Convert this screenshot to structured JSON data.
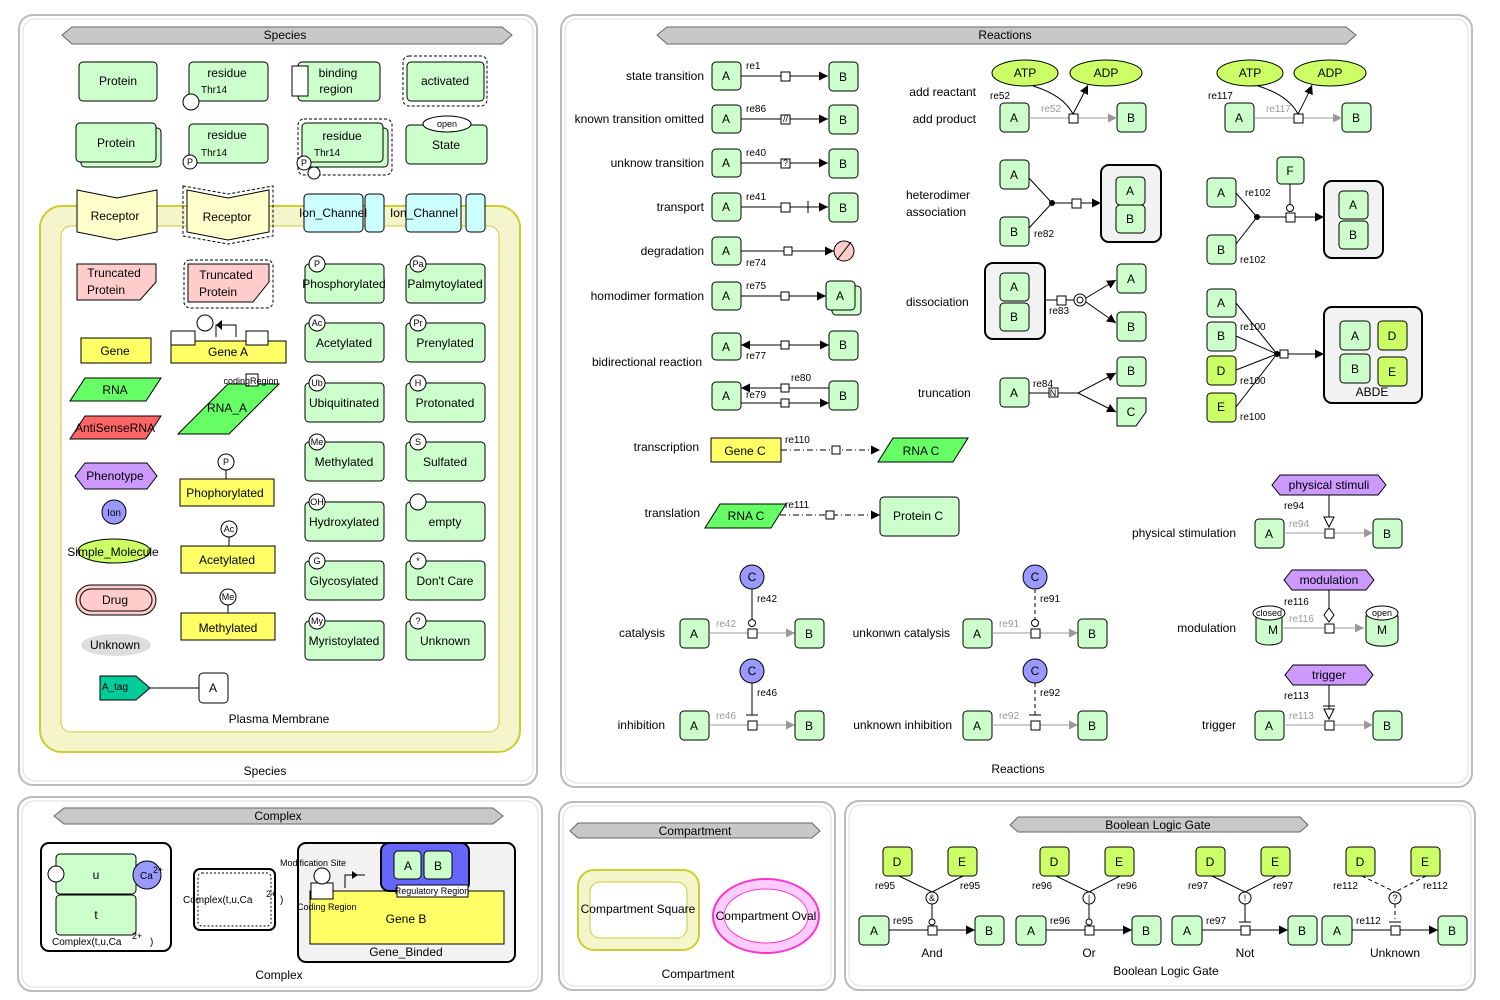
{
  "panels": {
    "species": {
      "title": "Species",
      "footer": "Species"
    },
    "reactions": {
      "title": "Reactions",
      "footer": "Reactions"
    },
    "complex": {
      "title": "Complex",
      "footer": "Complex"
    },
    "compartment": {
      "title": "Compartment",
      "footer": "Compartment"
    },
    "boolean": {
      "title": "Boolean Logic Gate",
      "footer": "Boolean Logic Gate"
    }
  },
  "species": {
    "protein": "Protein",
    "residue": "residue",
    "thr14": "Thr14",
    "binding": [
      "binding",
      "region"
    ],
    "activated": "activated",
    "state": "State",
    "open": "open",
    "receptor": "Receptor",
    "ion_channel": "Ion_Channel",
    "truncated": [
      "Truncated",
      "Protein"
    ],
    "gene": "Gene",
    "gene_a": "Gene A",
    "coding_region": "codingRegion",
    "rna": "RNA",
    "rna_a": "RNA_A",
    "antisense": "AntiSenseRNA",
    "phenotype": "Phenotype",
    "ion": "Ion",
    "simple_molecule": "Simple_Molecule",
    "drug": "Drug",
    "unknown": "Unknown",
    "a_tag": "A_tag",
    "a": "A",
    "plasma_membrane": "Plasma Membrane",
    "p": "P",
    "gene_mods": [
      {
        "badge": "P",
        "label": "Phophorylated"
      },
      {
        "badge": "Ac",
        "label": "Acetylated"
      },
      {
        "badge": "Me",
        "label": "Methylated"
      }
    ],
    "mods": [
      {
        "badge": "P",
        "label": "Phosphorylated"
      },
      {
        "badge": "Pa",
        "label": "Palmytoylated"
      },
      {
        "badge": "Ac",
        "label": "Acetylated"
      },
      {
        "badge": "Pr",
        "label": "Prenylated"
      },
      {
        "badge": "Ub",
        "label": "Ubiquitinated"
      },
      {
        "badge": "H",
        "label": "Protonated"
      },
      {
        "badge": "Me",
        "label": "Methylated"
      },
      {
        "badge": "S",
        "label": "Sulfated"
      },
      {
        "badge": "OH",
        "label": "Hydroxylated"
      },
      {
        "badge": "",
        "label": "empty"
      },
      {
        "badge": "G",
        "label": "Glycosylated"
      },
      {
        "badge": "*",
        "label": "Don't Care"
      },
      {
        "badge": "My",
        "label": "Myristoylated"
      },
      {
        "badge": "?",
        "label": "Unknown"
      }
    ]
  },
  "reactions": {
    "a": "A",
    "b": "B",
    "c": "C",
    "d": "D",
    "e": "E",
    "f": "F",
    "m": "M",
    "atp": "ATP",
    "adp": "ADP",
    "gene_c": "Gene C",
    "rna_c": "RNA C",
    "protein_c": "Protein C",
    "abde": "ABDE",
    "closed": "closed",
    "open": "open",
    "left": [
      {
        "label": "state transition",
        "re": "re1",
        "mark": ""
      },
      {
        "label": "known transition omitted",
        "re": "re86",
        "mark": "//"
      },
      {
        "label": "unknow transition",
        "re": "re40",
        "mark": "?"
      },
      {
        "label": "transport",
        "re": "re41",
        "mark": ""
      },
      {
        "label": "degradation",
        "re": "re74",
        "mark": ""
      },
      {
        "label": "homodimer formation",
        "re": "re75",
        "mark": ""
      }
    ],
    "bidirectional": {
      "label": "bidirectional reaction",
      "re1": "re77",
      "re2": "re80",
      "re3": "re79"
    },
    "transcription": {
      "label": "transcription",
      "re": "re110"
    },
    "translation": {
      "label": "translation",
      "re": "re111"
    },
    "catalysis": {
      "label": "catalysis",
      "re": "re42"
    },
    "inhibition": {
      "label": "inhibition",
      "re": "re46"
    },
    "unknown_catalysis": {
      "label": "unkonwn catalysis",
      "re": "re91"
    },
    "unknown_inhibition": {
      "label": "unknown inhibition",
      "re": "re92"
    },
    "add_reactant": "add reactant",
    "add_product": "add product",
    "re52": "re52",
    "re117": "re117",
    "heterodimer": [
      "heterodimer",
      "association"
    ],
    "re82": "re82",
    "re102": "re102",
    "dissociation": {
      "label": "dissociation",
      "re": "re83"
    },
    "re100": "re100",
    "truncation": {
      "label": "truncation",
      "re": "re84",
      "mark": "N"
    },
    "physical_stimulation": {
      "label": "physical stimulation",
      "re": "re94",
      "node": "physical stimuli"
    },
    "modulation": {
      "label": "modulation",
      "re": "re116",
      "node": "modulation"
    },
    "trigger": {
      "label": "trigger",
      "re": "re113",
      "node": "trigger"
    }
  },
  "complex": {
    "u": "u",
    "t": "t",
    "ca": "Ca",
    "ca_sup": "2+",
    "label1": "Complex(t,u,Ca",
    "label1_end": ")",
    "mod_site": "Modification Site",
    "coding_region": "Coding Region",
    "reg_region": "Regulatory Region",
    "gene_b": "Gene B",
    "gene_binded": "Gene_Binded",
    "a": "A",
    "b": "B"
  },
  "compartment": {
    "square": "Compartment Square",
    "oval": "Compartment Oval"
  },
  "boolean": {
    "d": "D",
    "e": "E",
    "a": "A",
    "b": "B",
    "gates": [
      {
        "name": "And",
        "re": "re95",
        "sym": "&"
      },
      {
        "name": "Or",
        "re": "re96",
        "sym": "|"
      },
      {
        "name": "Not",
        "re": "re97",
        "sym": "!"
      },
      {
        "name": "Unknown",
        "re": "re112",
        "sym": "?"
      }
    ]
  }
}
